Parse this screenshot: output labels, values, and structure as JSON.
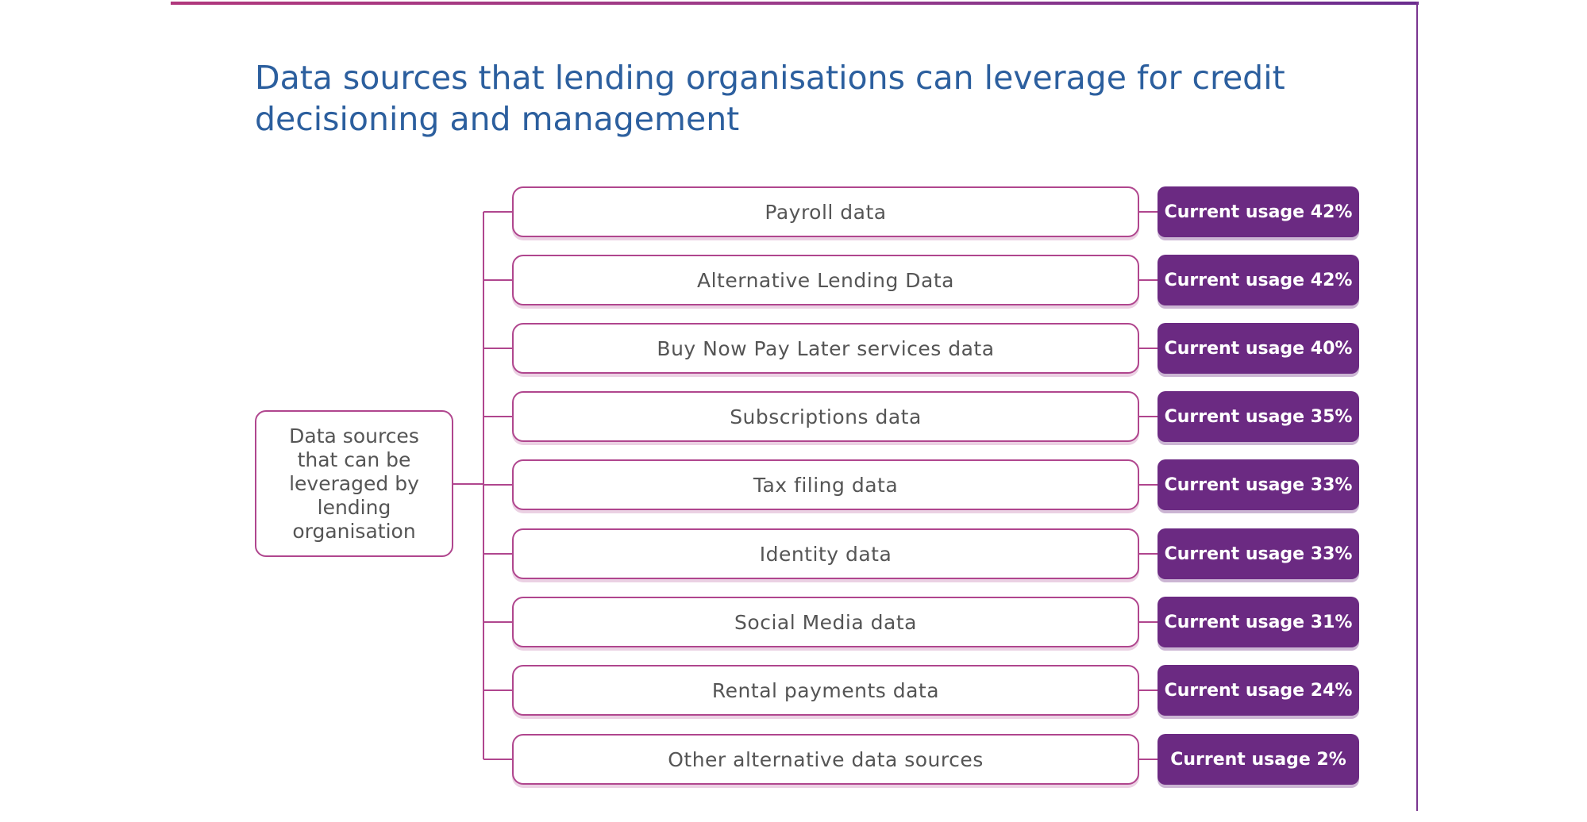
{
  "title": "Data sources that lending organisations can leverage for credit decisioning and management",
  "root_label": "Data sources that can be leveraged by lending organisation",
  "items": [
    {
      "label": "Payroll data",
      "usage": "Current usage 42%",
      "usage_percent": 42
    },
    {
      "label": "Alternative Lending Data",
      "usage": "Current usage 42%",
      "usage_percent": 42
    },
    {
      "label": "Buy Now Pay Later services data",
      "usage": "Current usage 40%",
      "usage_percent": 40
    },
    {
      "label": "Subscriptions data",
      "usage": "Current usage 35%",
      "usage_percent": 35
    },
    {
      "label": "Tax filing data",
      "usage": "Current usage 33%",
      "usage_percent": 33
    },
    {
      "label": "Identity data",
      "usage": "Current usage 33%",
      "usage_percent": 33
    },
    {
      "label": "Social Media data",
      "usage": "Current usage 31%",
      "usage_percent": 31
    },
    {
      "label": "Rental payments data",
      "usage": "Current usage 24%",
      "usage_percent": 24
    },
    {
      "label": "Other alternative data sources",
      "usage": "Current usage 2%",
      "usage_percent": 2
    }
  ],
  "colors": {
    "title": "#2c5f9e",
    "accent": "#b0468e",
    "badge": "#6b2a82",
    "text": "#555555"
  }
}
